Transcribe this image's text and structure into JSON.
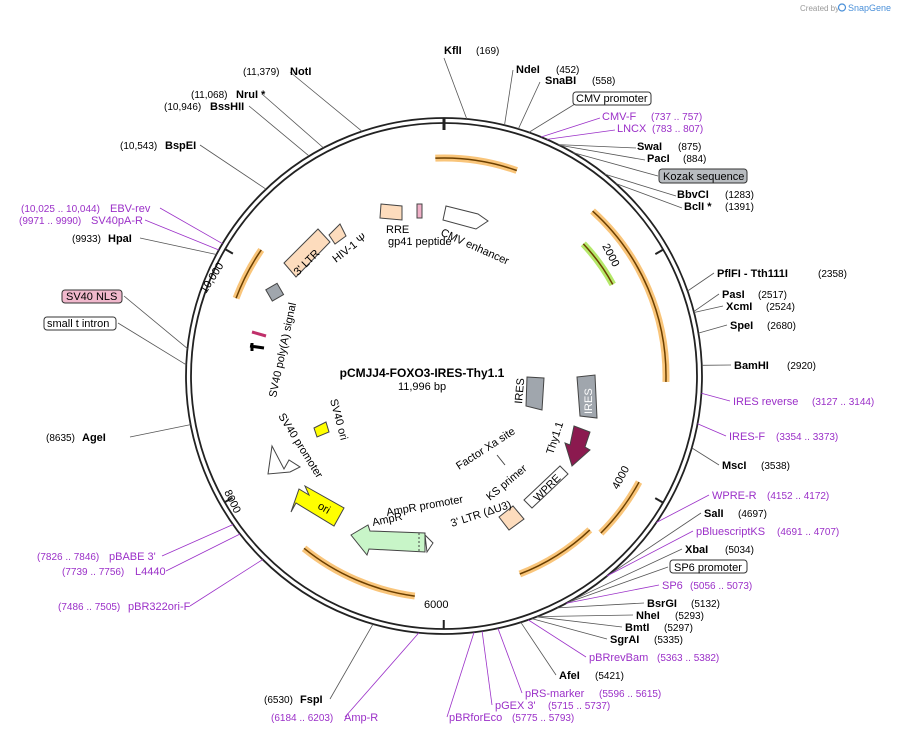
{
  "credit": "Created by",
  "brand": "SnapGene",
  "plasmid": {
    "name": "pCMJJ4-FOXO3-IRES-Thy1.1",
    "size": "11,996 bp",
    "length": 11996
  },
  "ticks": [
    {
      "bp": 2000,
      "label": "2000"
    },
    {
      "bp": 4000,
      "label": "4000"
    },
    {
      "bp": 6000,
      "label": "6000"
    },
    {
      "bp": 8000,
      "label": "8000"
    },
    {
      "bp": 10000,
      "label": "10,000"
    }
  ],
  "colors": {
    "primer": "#9b30c8",
    "feature_orange": "#f6a623",
    "ampR": "#c8f5c8",
    "ori": "#ffff00",
    "ires": "#a0a6ad",
    "thy": "#8b1a4f",
    "ltr": "#fddcbd"
  },
  "sites": [
    {
      "id": "kfli",
      "name": "KflI",
      "pos": "(169)",
      "type": "enzyme"
    },
    {
      "id": "ndei",
      "name": "NdeI",
      "pos": "(452)",
      "type": "enzyme"
    },
    {
      "id": "snabi",
      "name": "SnaBI",
      "pos": "(558)",
      "type": "enzyme"
    },
    {
      "id": "cmvprom",
      "name": "CMV promoter",
      "pos": "",
      "type": "boxed"
    },
    {
      "id": "cmvf",
      "name": "CMV-F",
      "pos": "(737 .. 757)",
      "type": "primer"
    },
    {
      "id": "lncx",
      "name": "LNCX",
      "pos": "(783 .. 807)",
      "type": "primer"
    },
    {
      "id": "swai",
      "name": "SwaI",
      "pos": "(875)",
      "type": "enzyme"
    },
    {
      "id": "paci",
      "name": "PacI",
      "pos": "(884)",
      "type": "enzyme"
    },
    {
      "id": "kozak",
      "name": "Kozak sequence",
      "pos": "",
      "type": "boxed-gray"
    },
    {
      "id": "bbvci",
      "name": "BbvCI",
      "pos": "(1283)",
      "type": "enzyme"
    },
    {
      "id": "bcli",
      "name": "BclI *",
      "pos": "(1391)",
      "type": "enzyme"
    },
    {
      "id": "pflfi",
      "name": "PflFI - Tth111I",
      "pos": "(2358)",
      "type": "enzyme"
    },
    {
      "id": "pasi",
      "name": "PasI",
      "pos": "(2517)",
      "type": "enzyme"
    },
    {
      "id": "xcmi",
      "name": "XcmI",
      "pos": "(2524)",
      "type": "enzyme"
    },
    {
      "id": "spei",
      "name": "SpeI",
      "pos": "(2680)",
      "type": "enzyme"
    },
    {
      "id": "bamhi",
      "name": "BamHI",
      "pos": "(2920)",
      "type": "enzyme"
    },
    {
      "id": "iresrev",
      "name": "IRES reverse",
      "pos": "(3127 .. 3144)",
      "type": "primer"
    },
    {
      "id": "iresf",
      "name": "IRES-F",
      "pos": "(3354 .. 3373)",
      "type": "primer"
    },
    {
      "id": "msci",
      "name": "MscI",
      "pos": "(3538)",
      "type": "enzyme"
    },
    {
      "id": "wprer",
      "name": "WPRE-R",
      "pos": "(4152 .. 4172)",
      "type": "primer"
    },
    {
      "id": "sali",
      "name": "SalI",
      "pos": "(4697)",
      "type": "enzyme"
    },
    {
      "id": "pbluescriptks",
      "name": "pBluescriptKS",
      "pos": "(4691 .. 4707)",
      "type": "primer"
    },
    {
      "id": "xbai",
      "name": "XbaI",
      "pos": "(5034)",
      "type": "enzyme"
    },
    {
      "id": "sp6prom",
      "name": "SP6 promoter",
      "pos": "",
      "type": "boxed"
    },
    {
      "id": "sp6",
      "name": "SP6",
      "pos": "(5056 .. 5073)",
      "type": "primer"
    },
    {
      "id": "bsrgi",
      "name": "BsrGI",
      "pos": "(5132)",
      "type": "enzyme"
    },
    {
      "id": "nhei",
      "name": "NheI",
      "pos": "(5293)",
      "type": "enzyme"
    },
    {
      "id": "bmti",
      "name": "BmtI",
      "pos": "(5297)",
      "type": "enzyme"
    },
    {
      "id": "sgrai",
      "name": "SgrAI",
      "pos": "(5335)",
      "type": "enzyme"
    },
    {
      "id": "pbrrevbam",
      "name": "pBRrevBam",
      "pos": "(5363 .. 5382)",
      "type": "primer"
    },
    {
      "id": "afei",
      "name": "AfeI",
      "pos": "(5421)",
      "type": "enzyme"
    },
    {
      "id": "prsmarker",
      "name": "pRS-marker",
      "pos": "(5596 .. 5615)",
      "type": "primer"
    },
    {
      "id": "pgex3",
      "name": "pGEX 3'",
      "pos": "(5715 .. 5737)",
      "type": "primer"
    },
    {
      "id": "pbrforeco",
      "name": "pBRforEco",
      "pos": "(5775 .. 5793)",
      "type": "primer"
    },
    {
      "id": "ampr",
      "name": "Amp-R",
      "pos": "(6184 .. 6203)",
      "type": "primer"
    },
    {
      "id": "fspi",
      "name": "FspI",
      "pos": "(6530)",
      "type": "enzyme"
    },
    {
      "id": "pbr322ori",
      "name": "pBR322ori-F",
      "pos": "(7486 .. 7505)",
      "type": "primer"
    },
    {
      "id": "l4440",
      "name": "L4440",
      "pos": "(7739 .. 7756)",
      "type": "primer"
    },
    {
      "id": "pbabe3",
      "name": "pBABE 3'",
      "pos": "(7826 .. 7846)",
      "type": "primer"
    },
    {
      "id": "agei",
      "name": "AgeI",
      "pos": "(8635)",
      "type": "enzyme"
    },
    {
      "id": "sticon",
      "name": "small t intron",
      "pos": "",
      "type": "boxed"
    },
    {
      "id": "sv40nls",
      "name": "SV40 NLS",
      "pos": "",
      "type": "boxed-pink"
    },
    {
      "id": "hpai",
      "name": "HpaI",
      "pos": "(9933)",
      "type": "enzyme"
    },
    {
      "id": "sv40par",
      "name": "SV40pA-R",
      "pos": "(9971 .. 9990)",
      "type": "primer"
    },
    {
      "id": "ebvrev",
      "name": "EBV-rev",
      "pos": "(10,025 .. 10,044)",
      "type": "primer"
    },
    {
      "id": "bspei",
      "name": "BspEI",
      "pos": "(10,543)",
      "type": "enzyme"
    },
    {
      "id": "bsshii",
      "name": "BssHII",
      "pos": "(10,946)",
      "type": "enzyme"
    },
    {
      "id": "nrui",
      "name": "NruI *",
      "pos": "(11,068)",
      "type": "enzyme"
    },
    {
      "id": "noti",
      "name": "NotI",
      "pos": "(11,379)",
      "type": "enzyme"
    }
  ],
  "features": {
    "cmv_enhancer": "CMV enhancer",
    "rre": "RRE",
    "gp41": "gp41 peptide",
    "hiv1": "HIV-1 Ψ",
    "ltr3": "3' LTR",
    "sv40pa": "SV40 poly(A) signal",
    "sv40ori": "SV40 ori",
    "sv40prom": "SV40 promoter",
    "ori": "ori",
    "ampr_prom": "AmpR promoter",
    "ampr": "AmpR",
    "ltr3du3": "3' LTR (ΔU3)",
    "ks": "KS primer",
    "wpre": "WPRE",
    "factorxa": "Factor Xa site",
    "thy": "Thy1.1",
    "ires1": "IRES",
    "ires2": "IRES"
  }
}
